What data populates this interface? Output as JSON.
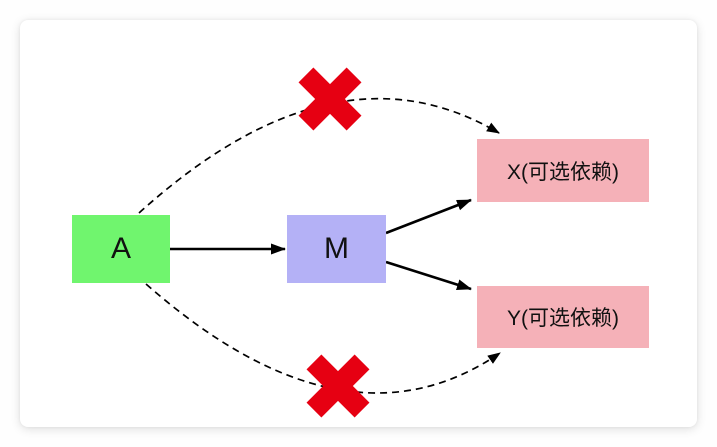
{
  "diagram": {
    "nodes": [
      {
        "id": "A",
        "label": "A",
        "color": "#70f56e"
      },
      {
        "id": "M",
        "label": "M",
        "color": "#b4b1f6"
      },
      {
        "id": "X",
        "label": "X(可选依赖)",
        "color": "#f5b1b8"
      },
      {
        "id": "Y",
        "label": "Y(可选依赖)",
        "color": "#f5b1b8"
      }
    ],
    "edges": [
      {
        "from": "A",
        "to": "M",
        "style": "solid-arrow",
        "blocked": false
      },
      {
        "from": "M",
        "to": "X",
        "style": "solid-arrow",
        "blocked": false
      },
      {
        "from": "M",
        "to": "Y",
        "style": "solid-arrow",
        "blocked": false
      },
      {
        "from": "A",
        "to": "X",
        "style": "dashed-arrow",
        "blocked": true
      },
      {
        "from": "A",
        "to": "Y",
        "style": "dashed-arrow",
        "blocked": true
      }
    ],
    "colors": {
      "edge": "#000000",
      "cross": "#e60012",
      "card_bg": "#ffffff"
    }
  }
}
